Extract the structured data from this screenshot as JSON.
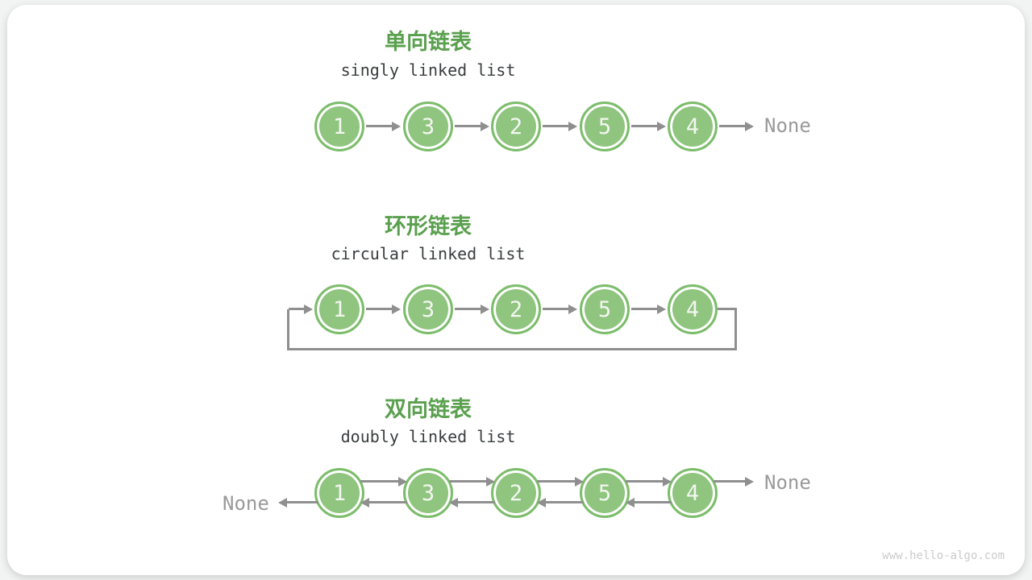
{
  "colors": {
    "title_green": "#5aa04e",
    "node_fill": "#8fc57f",
    "node_border": "#7cbd6b",
    "node_text": "#f4f6f2",
    "arrow_gray": "#8f8f8f",
    "none_gray": "#9a9a9a",
    "subtitle_dark": "#3a3d3f",
    "card_bg": "#ffffff",
    "page_bg": "#f2f3f3",
    "watermark_gray": "#cbcbcb"
  },
  "sections": [
    {
      "id": "singly",
      "title": "单向链表",
      "subtitle": "singly linked list",
      "nodes": [
        "1",
        "3",
        "2",
        "5",
        "4"
      ],
      "tail_label": "None"
    },
    {
      "id": "circular",
      "title": "环形链表",
      "subtitle": "circular linked list",
      "nodes": [
        "1",
        "3",
        "2",
        "5",
        "4"
      ]
    },
    {
      "id": "doubly",
      "title": "双向链表",
      "subtitle": "doubly linked list",
      "nodes": [
        "1",
        "3",
        "2",
        "5",
        "4"
      ],
      "head_label": "None",
      "tail_label": "None"
    }
  ],
  "watermark": "www.hello-algo.com"
}
